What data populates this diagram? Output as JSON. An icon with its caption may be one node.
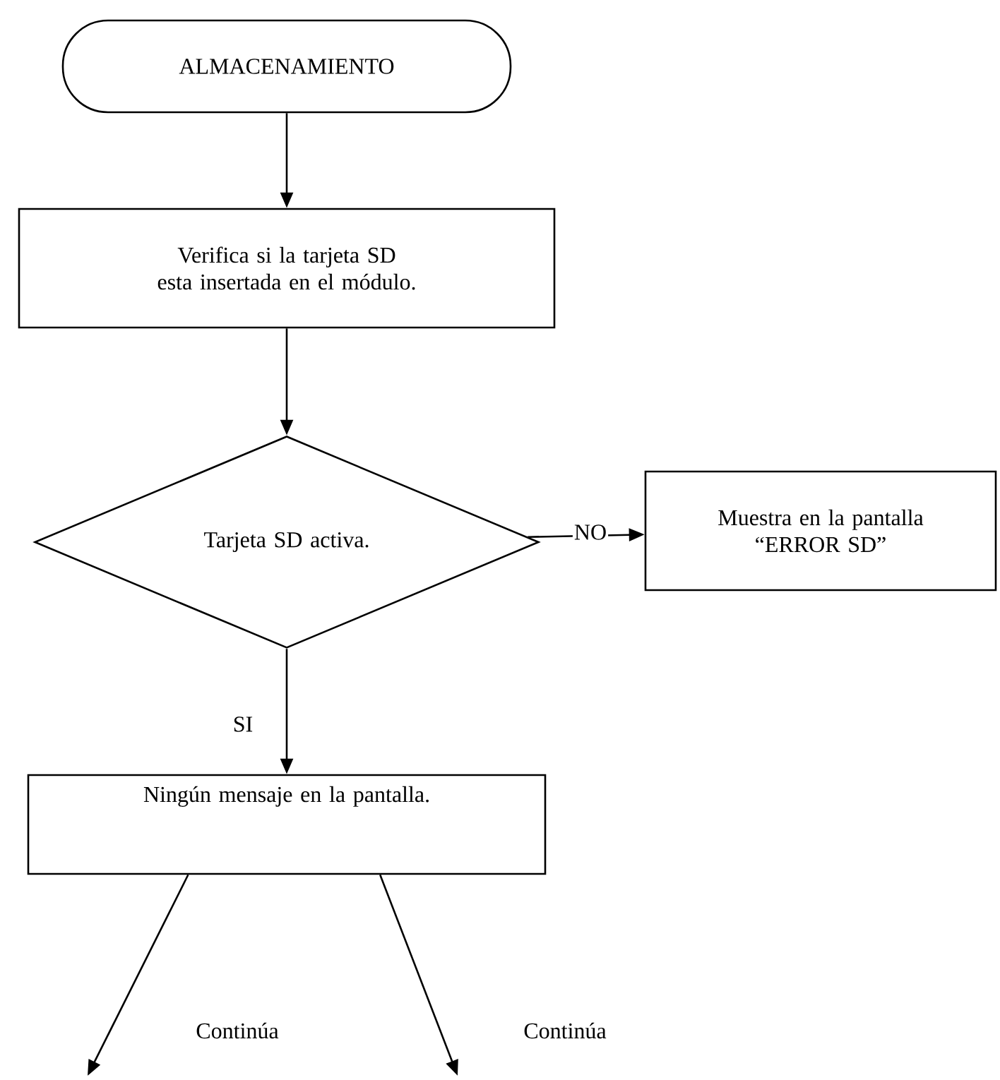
{
  "diagram": {
    "nodes": [
      {
        "text": [
          "ALMACENAMIENTO"
        ]
      },
      {
        "text": [
          "Verifica si la tarjeta SD esta insertada en el módulo."
        ]
      },
      {
        "text": [
          "Tarjeta SD activa."
        ]
      },
      {
        "text": [
          "Muestra en la pantalla “ERROR SD”"
        ]
      },
      {
        "text": [
          "Ningún mensaje en la pantalla."
        ]
      }
    ],
    "edges": [
      {
        "from": 0,
        "to": 1,
        "arrow": "to"
      },
      {
        "from": 1,
        "to": 2,
        "arrow": "to"
      },
      {
        "from": 2,
        "to": 3,
        "arrow": "to",
        "label": "NO"
      },
      {
        "from": 2,
        "to": 4,
        "arrow": "to",
        "label": "SI"
      },
      {
        "from": 4,
        "to": null,
        "arrow": "to",
        "label": "Continúa"
      },
      {
        "from": 4,
        "to": null,
        "arrow": "to",
        "label": "Continúa"
      }
    ]
  }
}
